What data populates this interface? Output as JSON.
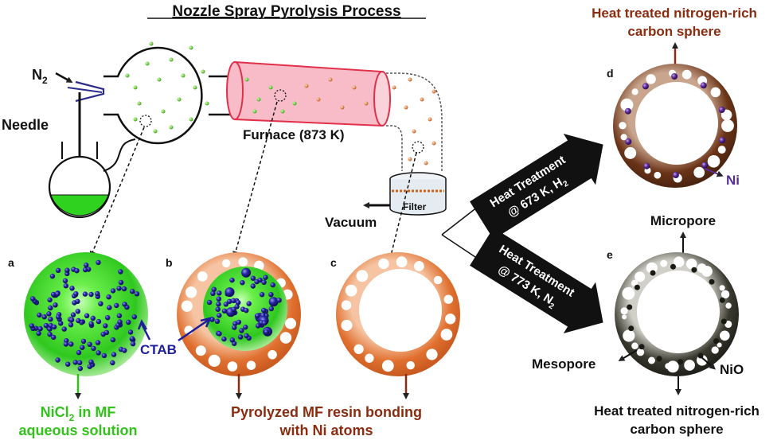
{
  "title": "Nozzle Spray Pyrolysis Process",
  "labels": {
    "n2": "N",
    "n2_sub": "2",
    "needle": "Needle",
    "furnace": "Furnace (873 K)",
    "vacuum": "Vacuum",
    "filter": "Filter",
    "panel_a": "a",
    "panel_b": "b",
    "panel_c": "c",
    "panel_d": "d",
    "panel_e": "e",
    "ctab": "CTAB",
    "ni": "Ni",
    "nio": "NiO",
    "micropore": "Micropore",
    "mesopore": "Mesopore",
    "heat_top_1": "Heat treated nitrogen-rich",
    "heat_top_2": "carbon sphere",
    "heat_bottom_1": "Heat treated nitrogen-rich",
    "heat_bottom_2": "carbon sphere",
    "nicl_1a": "NiCl",
    "nicl_1sub": "2",
    "nicl_1b": " in MF",
    "nicl_2": "aqueous solution",
    "pyro_1": "Pyrolyzed MF resin bonding",
    "pyro_2": "with Ni atoms",
    "arrow1_l1": "Heat Treatment",
    "arrow1_l2": "@ 673 K, H",
    "arrow1_sub": "2",
    "arrow2_l1": "Heat Treatment",
    "arrow2_l2": "@ 773 K, N",
    "arrow2_sub": "2"
  },
  "colors": {
    "green_solution": "#2fd31f",
    "orange_shell": "#d9652a",
    "brown_text": "#8b2c10",
    "green_text": "#33c21c",
    "ctab_blue": "#1e1e9c",
    "ni_purple": "#5a2b9a",
    "furnace_pink": "#f7bcc8",
    "furnace_red": "#e0304a"
  }
}
